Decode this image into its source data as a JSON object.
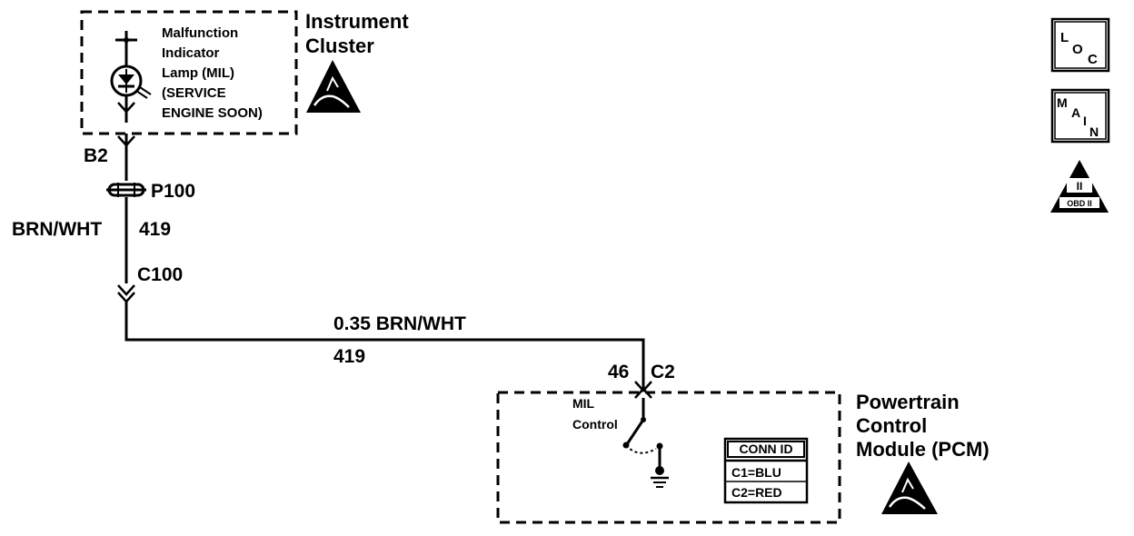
{
  "instrument_cluster": {
    "title_line1": "Instrument",
    "title_line2": "Cluster",
    "mil_lines": [
      "Malfunction",
      "Indicator",
      "Lamp (MIL)",
      "(SERVICE",
      "ENGINE SOON)"
    ]
  },
  "circuit": {
    "terminal_b2": "B2",
    "splice_p100": "P100",
    "wire_color": "BRN/WHT",
    "circuit_number": "419",
    "connector_c100": "C100",
    "wire_label": "0.35 BRN/WHT",
    "circuit_number_lower": "419",
    "pin_46": "46",
    "connector_c2": "C2"
  },
  "pcm": {
    "title_line1": "Powertrain",
    "title_line2": "Control",
    "title_line3": "Module (PCM)",
    "switch_label_line1": "MIL",
    "switch_label_line2": "Control",
    "conn_id": {
      "header": "CONN ID",
      "row1": "C1=BLU",
      "row2": "C2=RED"
    }
  },
  "side_icons": {
    "loc": {
      "l": "L",
      "o": "O",
      "c": "C"
    },
    "main": {
      "m": "M",
      "a": "A",
      "i": "I",
      "n": "N"
    },
    "obd": {
      "roman": "II",
      "text": "OBD II"
    }
  }
}
